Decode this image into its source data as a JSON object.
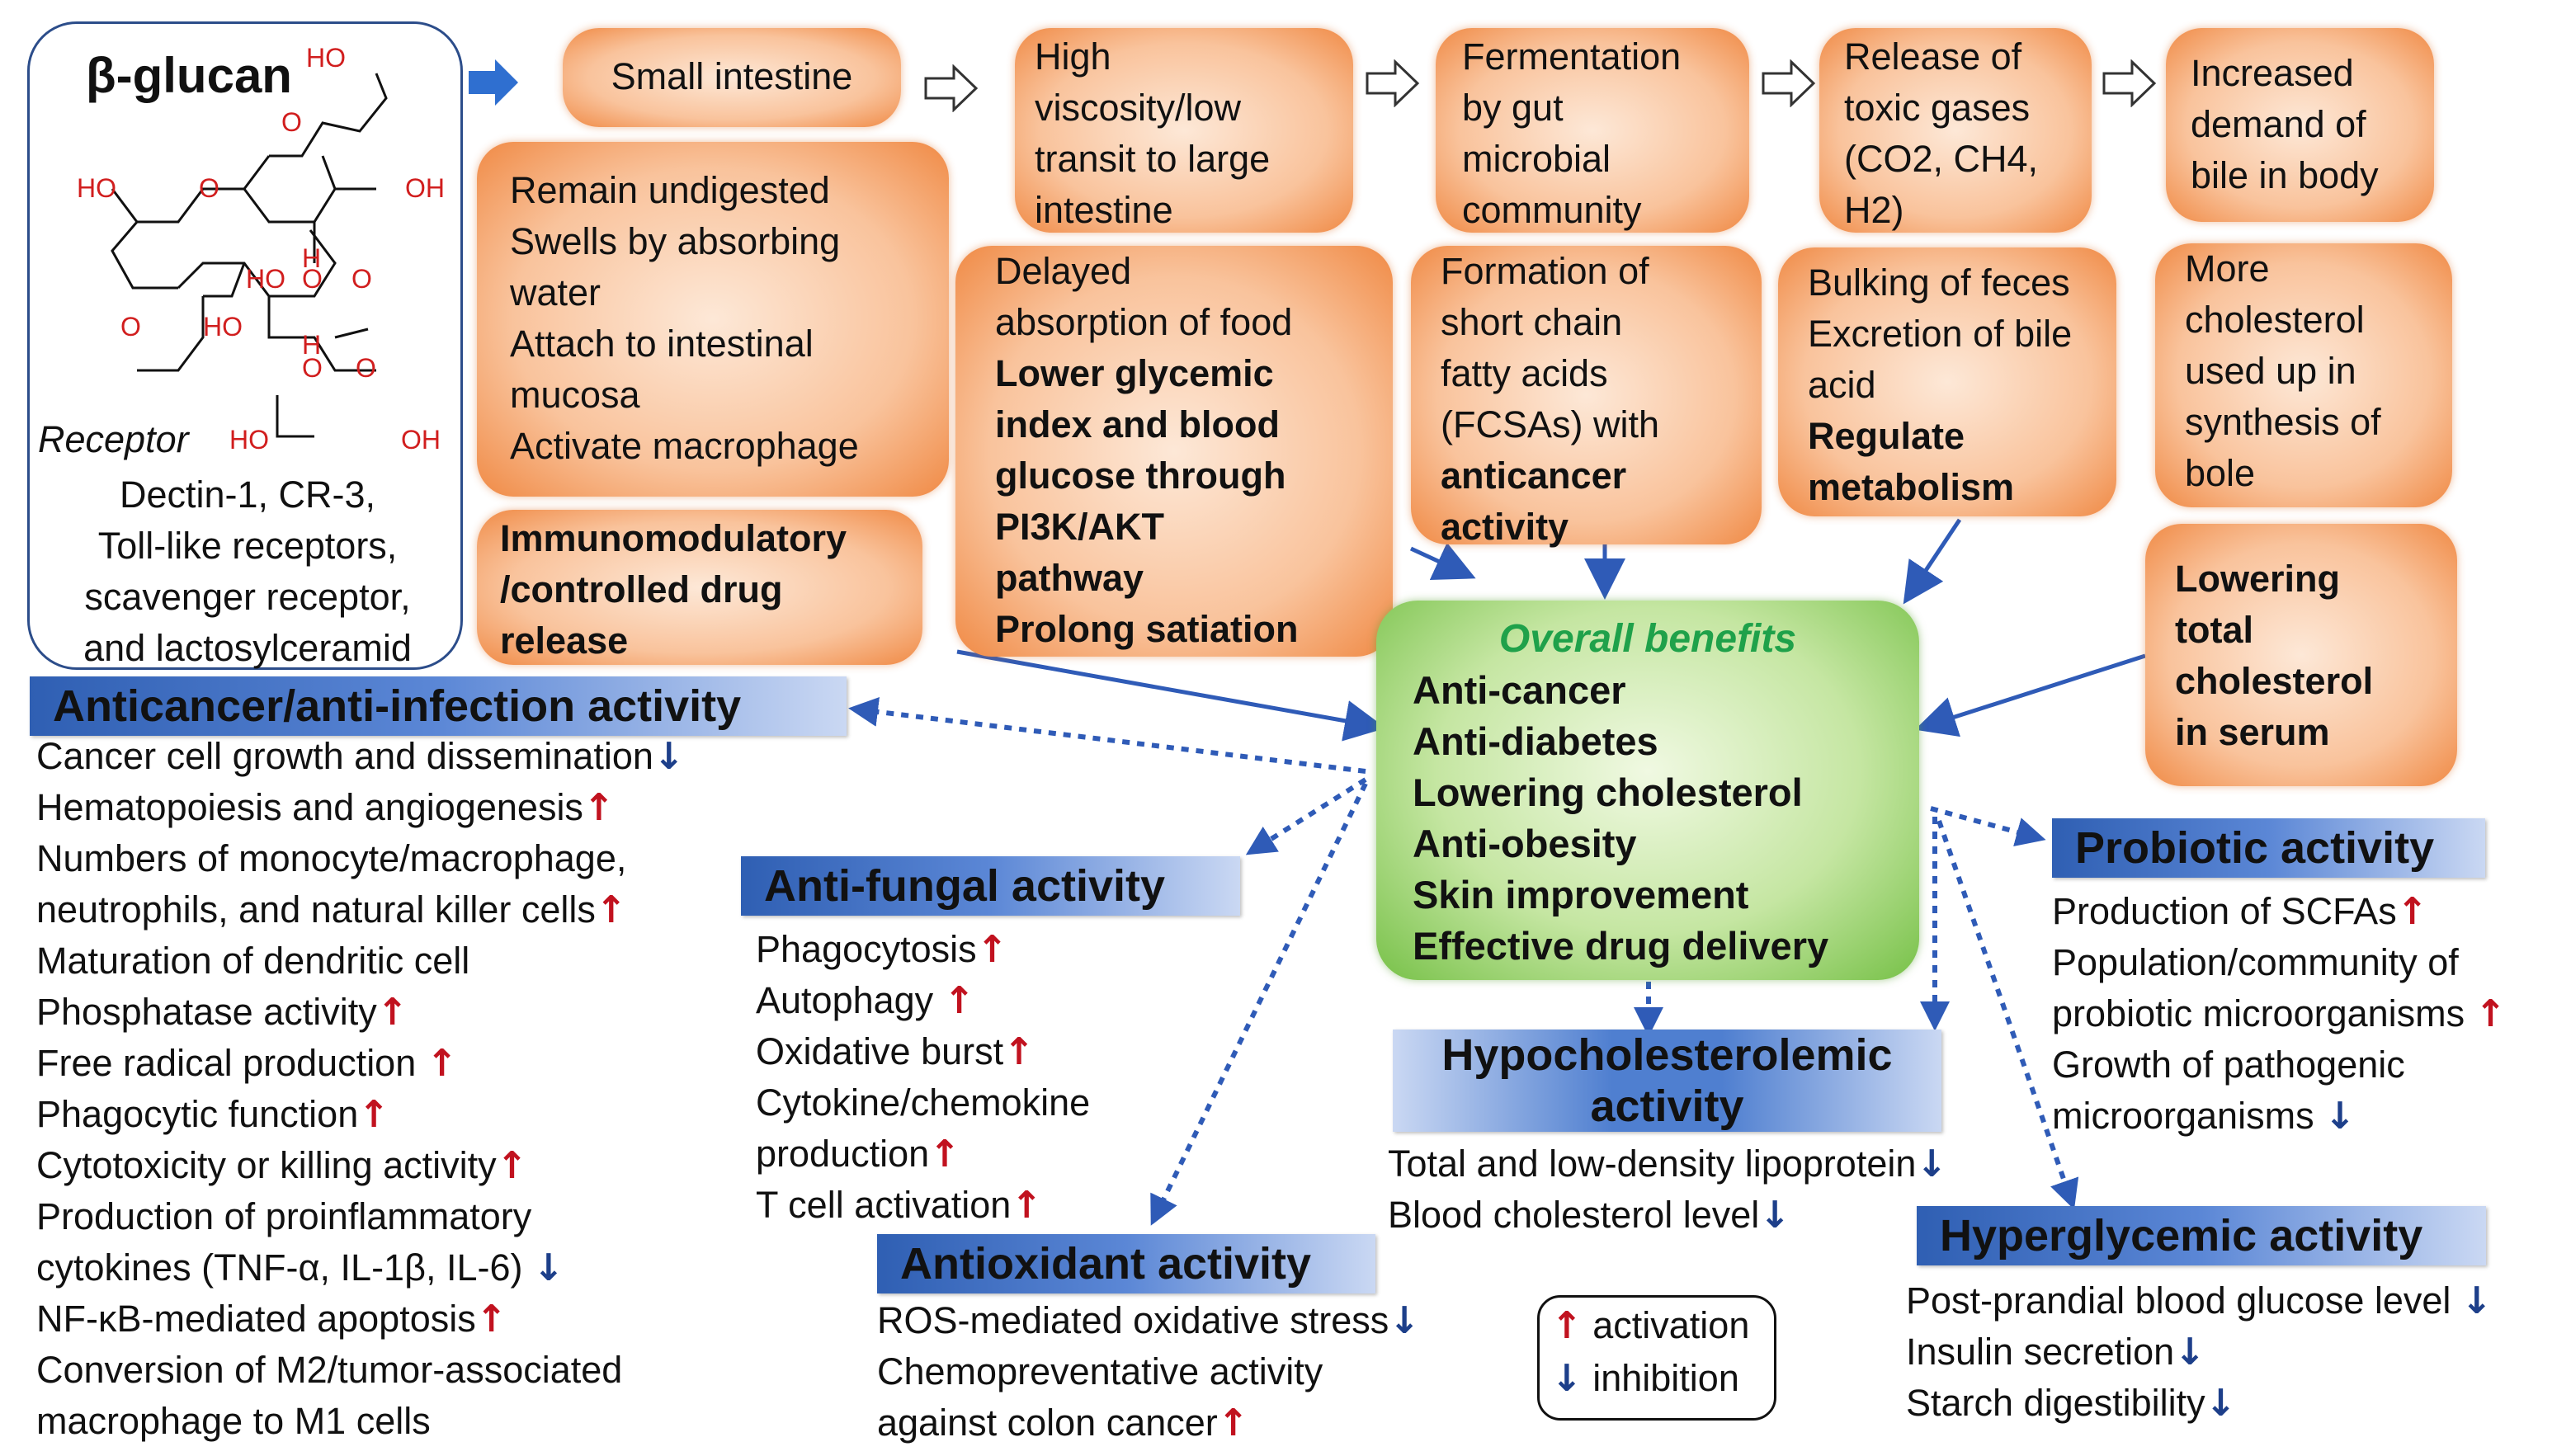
{
  "structure": {
    "title": "β-glucan",
    "receptor_label": "Receptor",
    "receptor_lines": [
      "Dectin-1, CR-3,",
      "Toll-like receptors,",
      "scavenger receptor,",
      "and lactosylceramid"
    ],
    "atoms": {
      "ho": "HO",
      "oh": "OH",
      "o": "O",
      "h": "H"
    }
  },
  "flow": {
    "small_intestine": "Small intestine",
    "viscosity": [
      "High",
      "viscosity/low",
      "transit to large",
      "intestine"
    ],
    "fermentation": [
      "Fermentation",
      "by gut",
      "microbial",
      "community"
    ],
    "release": [
      "Release of",
      "toxic gases",
      "(CO2, CH4,",
      "H2)"
    ],
    "bile_demand": [
      "Increased",
      "demand  of",
      "bile in body"
    ]
  },
  "effects": {
    "undigested": [
      "Remain undigested",
      "Swells by absorbing",
      "water",
      "Attach to intestinal",
      "mucosa",
      "Activate macrophage"
    ],
    "immuno": [
      "Immunomodulatory",
      "/controlled drug",
      "release"
    ],
    "delayed": {
      "normal": [
        "Delayed",
        "absorption of food"
      ],
      "bold": [
        "Lower glycemic",
        "index and blood",
        "glucose through",
        "PI3K/AKT",
        "pathway",
        "Prolong satiation"
      ]
    },
    "scfa": {
      "normal": [
        "Formation of",
        "short chain",
        "fatty acids",
        "(FCSAs) with"
      ],
      "bold": [
        "anticancer",
        "activity"
      ]
    },
    "bulking": {
      "normal": [
        "Bulking  of feces",
        "Excretion of bile",
        "acid"
      ],
      "bold": [
        "Regulate",
        "metabolism"
      ]
    },
    "cholesterol_used": [
      "More",
      "cholesterol",
      "used up in",
      "synthesis of",
      "bole"
    ],
    "lowering": [
      "Lowering",
      "total",
      "cholesterol",
      "in serum"
    ]
  },
  "overall": {
    "title": "Overall benefits",
    "items": [
      "Anti-cancer",
      "Anti-diabetes",
      "Lowering cholesterol",
      "Anti-obesity",
      "Skin improvement",
      "Effective drug delivery"
    ]
  },
  "anticancer": {
    "title": "Anticancer/anti-infection activity",
    "lines": [
      {
        "text": "Cancer cell growth and dissemination",
        "arrow": "down"
      },
      {
        "text": "Hematopoiesis and angiogenesis",
        "arrow": "up"
      },
      {
        "text": "Numbers  of monocyte/macrophage,",
        "arrow": ""
      },
      {
        "text": "neutrophils, and natural killer cells",
        "arrow": "up"
      },
      {
        "text": "Maturation of dendritic cell",
        "arrow": ""
      },
      {
        "text": "Phosphatase activity",
        "arrow": "up"
      },
      {
        "text": "Free radical production ",
        "arrow": "up"
      },
      {
        "text": "Phagocytic function",
        "arrow": "up"
      },
      {
        "text": "Cytotoxicity or killing  activity",
        "arrow": "up"
      },
      {
        "text": "Production  of proinflammatory",
        "arrow": ""
      },
      {
        "text": "cytokines (TNF-α,  IL-1β, IL-6) ",
        "arrow": "down"
      },
      {
        "text": "NF-κB-mediated  apoptosis",
        "arrow": "up"
      },
      {
        "text": "Conversion of M2/tumor-associated",
        "arrow": ""
      },
      {
        "text": "macrophage to M1 cells",
        "arrow": ""
      }
    ]
  },
  "antifungal": {
    "title": "Anti-fungal activity",
    "lines": [
      {
        "text": "Phagocytosis",
        "arrow": "up"
      },
      {
        "text": "Autophagy  ",
        "arrow": "up"
      },
      {
        "text": "Oxidative burst",
        "arrow": "up"
      },
      {
        "text": "Cytokine/chemokine",
        "arrow": ""
      },
      {
        "text": "production",
        "arrow": "up"
      },
      {
        "text": "T cell activation",
        "arrow": "up"
      }
    ]
  },
  "antioxidant": {
    "title": "Antioxidant activity",
    "lines": [
      {
        "text": "ROS-mediated  oxidative stress",
        "arrow": "down"
      },
      {
        "text": "Chemopreventative  activity",
        "arrow": ""
      },
      {
        "text": "against colon cancer",
        "arrow": "up"
      }
    ]
  },
  "hypochol": {
    "title": [
      "Hypocholesterolemic",
      "activity"
    ],
    "lines": [
      {
        "text": "Total and low-density  lipoprotein",
        "arrow": "down"
      },
      {
        "text": "Blood cholesterol level",
        "arrow": "down"
      }
    ]
  },
  "probiotic": {
    "title": "Probiotic activity",
    "lines": [
      {
        "text": "Production of SCFAs",
        "arrow": "up"
      },
      {
        "text": "Population/community  of",
        "arrow": ""
      },
      {
        "text": "probiotic microorganisms ",
        "arrow": "up"
      },
      {
        "text": "Growth of pathogenic",
        "arrow": ""
      },
      {
        "text": "microorganisms  ",
        "arrow": "down"
      }
    ]
  },
  "hyperglycemic": {
    "title": "Hyperglycemic activity",
    "lines": [
      {
        "text": "Post-prandial blood glucose level ",
        "arrow": "down"
      },
      {
        "text": "Insulin secretion",
        "arrow": "down"
      },
      {
        "text": "Starch digestibility",
        "arrow": "down"
      }
    ]
  },
  "legend": {
    "activation": "activation",
    "inhibition": "inhibition"
  },
  "symbols": {
    "up": "↑",
    "down": "↓"
  },
  "colors": {
    "orange": "#f08a45",
    "green": "#77c148",
    "header_blue": "#2f5fb3",
    "up_arrow": "#c1121f",
    "down_arrow": "#1d3f8a",
    "overall_title": "#1fa14a"
  }
}
